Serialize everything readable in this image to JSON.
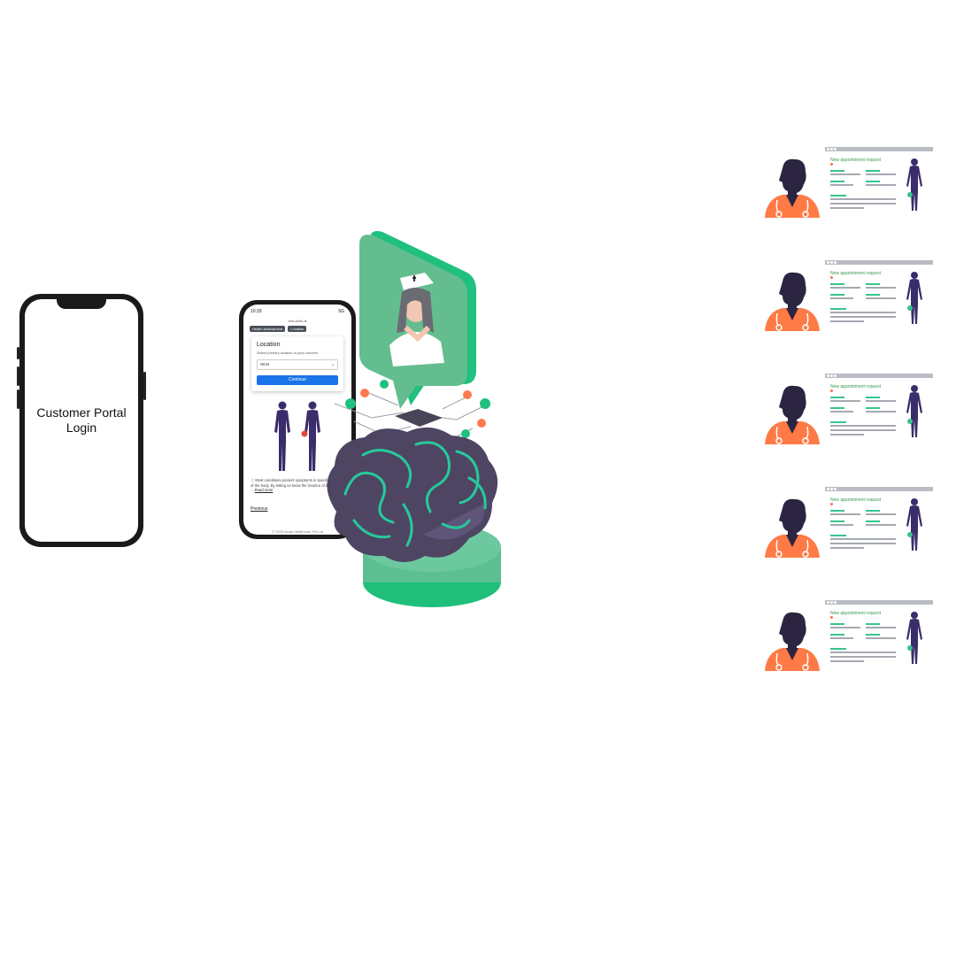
{
  "phone_login": {
    "line1": "Customer Portal",
    "line2": "Login"
  },
  "phone_assessment": {
    "time": "10:33",
    "signal": "5G",
    "url": "test-clinik.ai",
    "breadcrumbs": [
      "Health Assessment",
      "Location"
    ],
    "card_title": "Location",
    "card_subtitle": "Select primary location of your concern",
    "selected_location": "Wrist",
    "continue_label": "Continue",
    "info_text": "Most conditions present symptoms in specific locations of the body. By letting us know the location of the ailment ...",
    "read_more": "Read more",
    "previous_label": "Previous",
    "footer": "© 2020 Ainak Healthcare Pvt Ltd"
  },
  "appointments": [
    {
      "title": "New appointment request"
    },
    {
      "title": "New appointment request"
    },
    {
      "title": "New appointment request"
    },
    {
      "title": "New appointment request"
    },
    {
      "title": "New appointment request"
    }
  ],
  "colors": {
    "green": "#37c48e",
    "dark_green": "#2aa06f",
    "orange": "#ff7a45",
    "brain_purple": "#4e4563",
    "body_purple": "#3b2d6b"
  }
}
